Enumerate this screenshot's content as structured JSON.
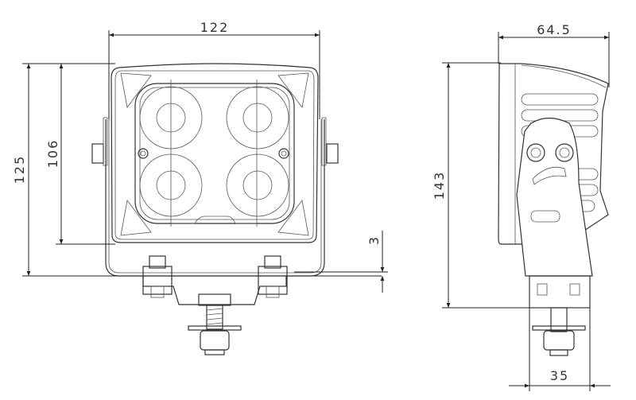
{
  "dimensions": {
    "front_width": "122",
    "front_height_total": "125",
    "front_height_housing": "106",
    "bracket_offset": "3",
    "side_depth": "64.5",
    "side_height_total": "143",
    "mount_width": "35"
  },
  "colors": {
    "line": "#333333",
    "background": "#ffffff"
  }
}
